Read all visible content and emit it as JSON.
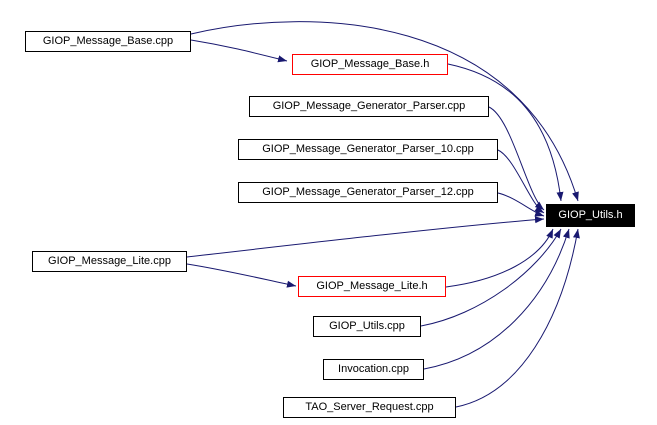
{
  "diagram": {
    "type": "include-dependency-graph",
    "colors": {
      "edge": "#191970",
      "highlight_border": "#ff0000",
      "target_background": "#000000",
      "target_text": "#ffffff",
      "node_border": "#000000",
      "background": "#ffffff"
    },
    "nodes": {
      "base_cpp": {
        "label": "GIOP_Message_Base.cpp"
      },
      "base_h": {
        "label": "GIOP_Message_Base.h"
      },
      "parser_cpp": {
        "label": "GIOP_Message_Generator_Parser.cpp"
      },
      "parser10_cpp": {
        "label": "GIOP_Message_Generator_Parser_10.cpp"
      },
      "parser12_cpp": {
        "label": "GIOP_Message_Generator_Parser_12.cpp"
      },
      "utils_h": {
        "label": "GIOP_Utils.h"
      },
      "lite_cpp": {
        "label": "GIOP_Message_Lite.cpp"
      },
      "lite_h": {
        "label": "GIOP_Message_Lite.h"
      },
      "utils_cpp": {
        "label": "GIOP_Utils.cpp"
      },
      "invocation_cpp": {
        "label": "Invocation.cpp"
      },
      "tao_server_request_cpp": {
        "label": "TAO_Server_Request.cpp"
      }
    },
    "edges": [
      {
        "from": "base_cpp",
        "to": "base_h"
      },
      {
        "from": "base_cpp",
        "to": "utils_h"
      },
      {
        "from": "base_h",
        "to": "utils_h"
      },
      {
        "from": "parser_cpp",
        "to": "utils_h"
      },
      {
        "from": "parser10_cpp",
        "to": "utils_h"
      },
      {
        "from": "parser12_cpp",
        "to": "utils_h"
      },
      {
        "from": "lite_cpp",
        "to": "lite_h"
      },
      {
        "from": "lite_cpp",
        "to": "utils_h"
      },
      {
        "from": "lite_h",
        "to": "utils_h"
      },
      {
        "from": "utils_cpp",
        "to": "utils_h"
      },
      {
        "from": "invocation_cpp",
        "to": "utils_h"
      },
      {
        "from": "tao_server_request_cpp",
        "to": "utils_h"
      }
    ]
  }
}
